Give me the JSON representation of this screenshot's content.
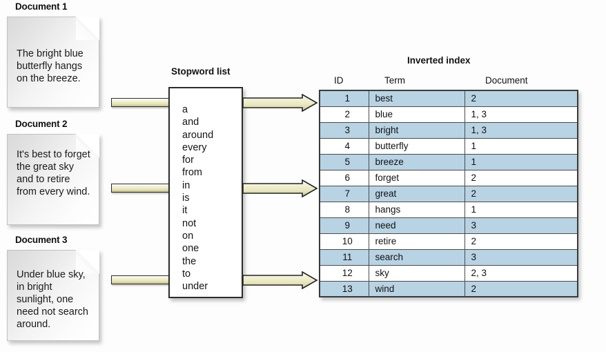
{
  "documents": [
    {
      "title": "Document 1",
      "text": "The bright blue butterfly hangs on the breeze."
    },
    {
      "title": "Document 2",
      "text": "It's best to forget the great sky and to retire from every wind."
    },
    {
      "title": "Document 3",
      "text": "Under blue sky, in bright sunlight, one need not search around."
    }
  ],
  "stopword_panel": {
    "title": "Stopword list",
    "words": [
      "a",
      "and",
      "around",
      "every",
      "for",
      "from",
      "in",
      "is",
      "it",
      "not",
      "on",
      "one",
      "the",
      "to",
      "under"
    ],
    "words_text": "a\nand\naround\nevery\nfor\nfrom\nin\nis\nit\nnot\non\none\nthe\nto\nunder"
  },
  "inverted_index": {
    "title": "Inverted index",
    "columns": [
      "ID",
      "Term",
      "Document"
    ],
    "rows": [
      {
        "id": "1",
        "term": "best",
        "document": "2"
      },
      {
        "id": "2",
        "term": "blue",
        "document": "1, 3"
      },
      {
        "id": "3",
        "term": "bright",
        "document": "1, 3"
      },
      {
        "id": "4",
        "term": "butterfly",
        "document": "1"
      },
      {
        "id": "5",
        "term": "breeze",
        "document": "1"
      },
      {
        "id": "6",
        "term": "forget",
        "document": "2"
      },
      {
        "id": "7",
        "term": "great",
        "document": "2"
      },
      {
        "id": "8",
        "term": "hangs",
        "document": "1"
      },
      {
        "id": "9",
        "term": "need",
        "document": "3"
      },
      {
        "id": "10",
        "term": "retire",
        "document": "2"
      },
      {
        "id": "11",
        "term": "search",
        "document": "3"
      },
      {
        "id": "12",
        "term": "sky",
        "document": "2, 3"
      },
      {
        "id": "13",
        "term": "wind",
        "document": "2"
      }
    ]
  },
  "flow": {
    "arrow_count": 3,
    "arrow_label": "pipeline-arrow"
  },
  "colors": {
    "row_highlight": "#b8d3e3",
    "arrow_fill": "#ebe9c0",
    "arrow_outline": "#2a2a2a",
    "document_fill": "#f0f0f0",
    "text": "#111111"
  }
}
